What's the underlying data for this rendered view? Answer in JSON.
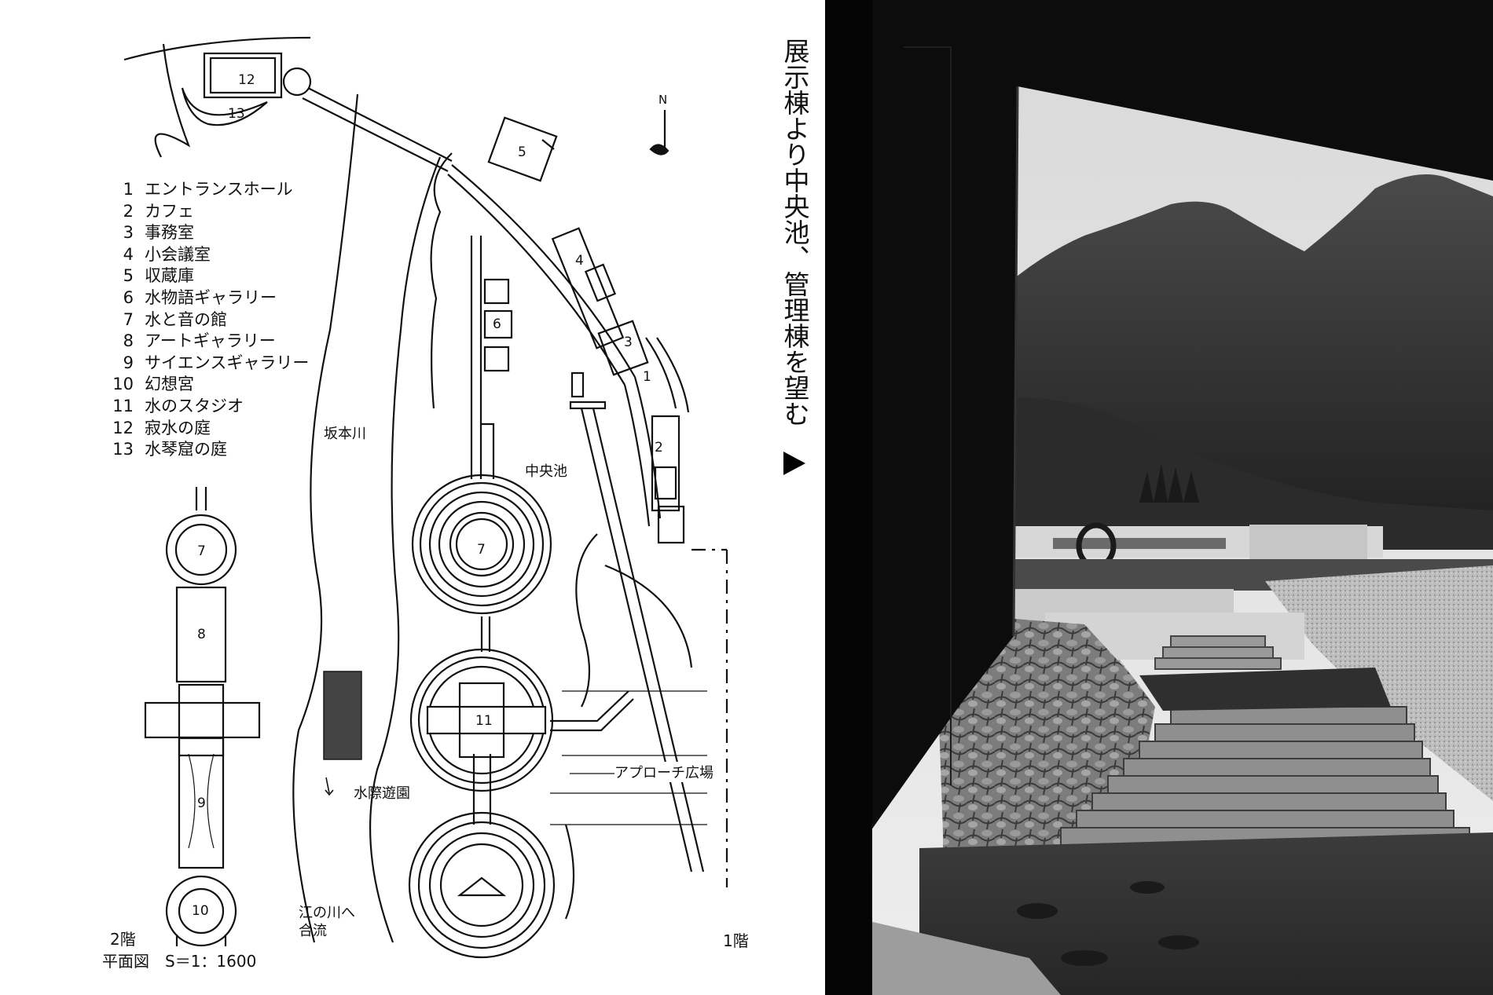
{
  "caption": "展示棟より中央池、管理棟を望む",
  "legend": [
    {
      "num": "1",
      "label": "エントランスホール"
    },
    {
      "num": "2",
      "label": "カフェ"
    },
    {
      "num": "3",
      "label": "事務室"
    },
    {
      "num": "4",
      "label": "小会議室"
    },
    {
      "num": "5",
      "label": "収蔵庫"
    },
    {
      "num": "6",
      "label": "水物語ギャラリー"
    },
    {
      "num": "7",
      "label": "水と音の館"
    },
    {
      "num": "8",
      "label": "アートギャラリー"
    },
    {
      "num": "9",
      "label": "サイエンスギャラリー"
    },
    {
      "num": "10",
      "label": "幻想宮"
    },
    {
      "num": "11",
      "label": "水のスタジオ"
    },
    {
      "num": "12",
      "label": "寂水の庭"
    },
    {
      "num": "13",
      "label": "水琴窟の庭"
    }
  ],
  "plan": {
    "north": "N",
    "river": "坂本川",
    "pond": "中央池",
    "plaza": "アプローチ広場",
    "garden": "水際遊園",
    "confluence_1": "江の川へ",
    "confluence_2": "合流",
    "floor2": "2階",
    "floor1": "1階",
    "scale": "平面図　S＝1：1600"
  }
}
